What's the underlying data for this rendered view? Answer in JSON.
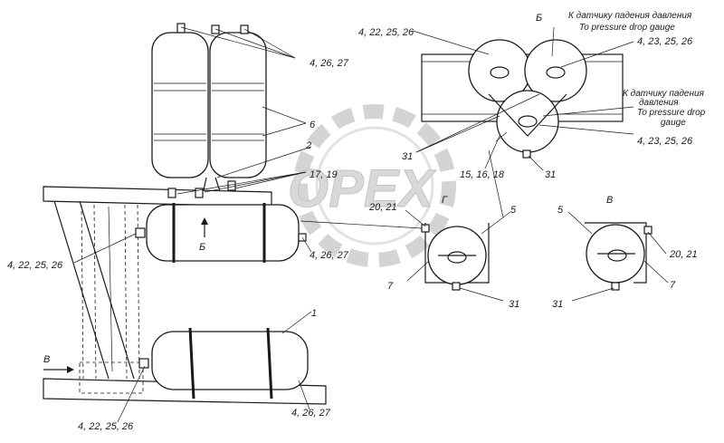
{
  "watermark": {
    "text": "OPEX"
  },
  "labels": {
    "top_4_26_27": "4, 26, 27",
    "label_6": "6",
    "label_2": "2",
    "label_17_19": "17, 19",
    "left_4_22_25_26": "4, 22, 25, 26",
    "arrow_b_mid": "Б",
    "mid_4_26_27": "4, 26, 27",
    "label_1": "1",
    "arrow_v": "В",
    "bottom_4_22_25_26": "4, 22, 25, 26",
    "bottom_4_26_27": "4, 26, 27",
    "view_b_title": "Б",
    "sensor_top_ru": "К датчику падения давления",
    "sensor_top_en": "To pressure drop gauge",
    "vb_4_22_25_26": "4, 22, 25, 26",
    "vb_4_23_25_26_top": "4, 23, 25, 26",
    "sensor_mid_ru_1": "К датчику падения",
    "sensor_mid_ru_2": "давления",
    "sensor_mid_en_1": "To pressure drop",
    "sensor_mid_en_2": "gauge",
    "vb_4_23_25_26_bottom": "4, 23, 25, 26",
    "vb_31_left": "31",
    "vb_15_16_18": "15, 16, 18",
    "vb_31_right": "31",
    "view_g_title": "Г",
    "vg_20_21": "20, 21",
    "vg_5": "5",
    "vg_7": "7",
    "vg_31": "31",
    "view_v_title": "В",
    "vv_5": "5",
    "vv_20_21": "20, 21",
    "vv_7": "7",
    "vv_31": "31"
  }
}
